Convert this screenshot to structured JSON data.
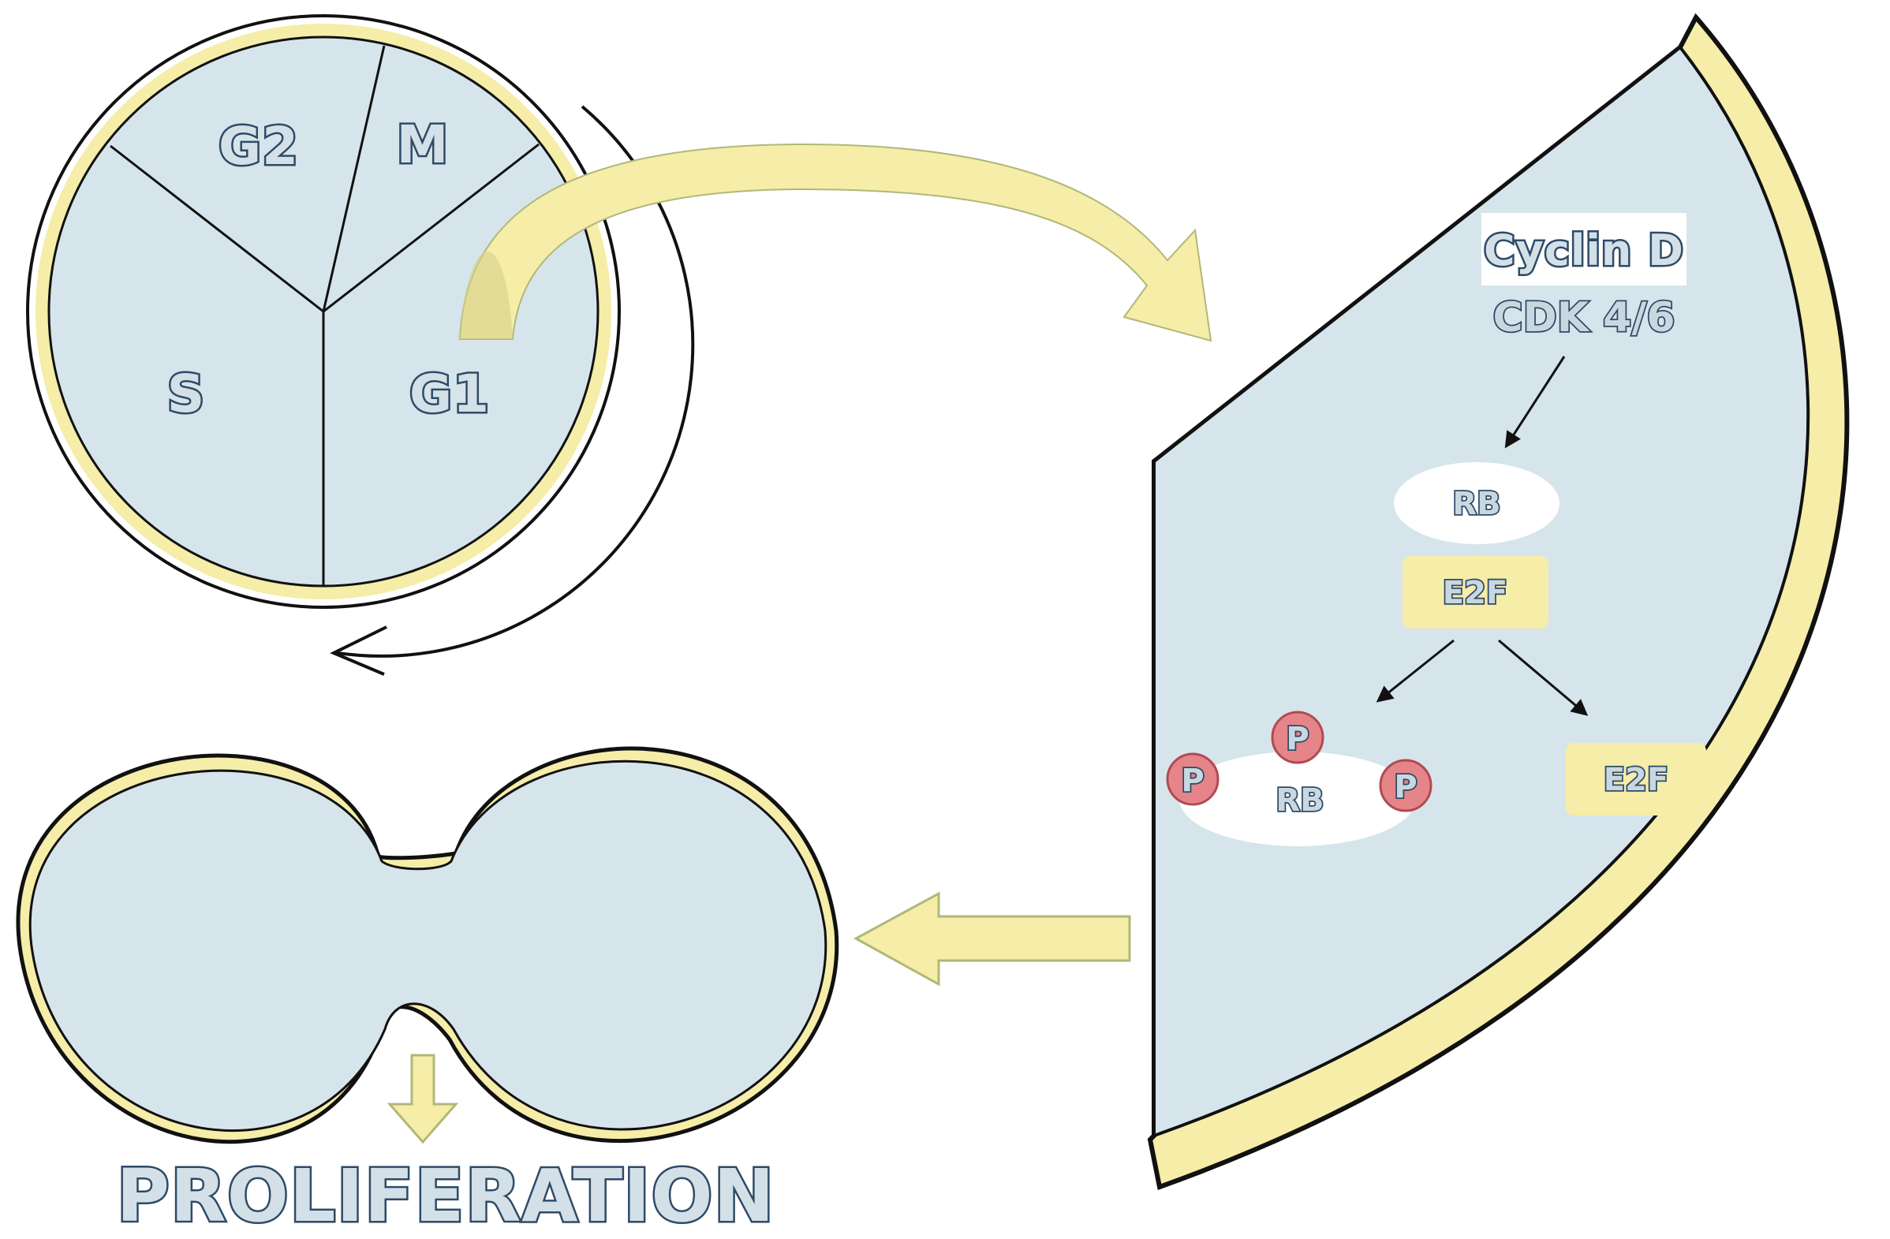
{
  "cell_cycle": {
    "phases": {
      "g2": "G2",
      "m": "M",
      "s": "S",
      "g1": "G1"
    }
  },
  "pathway": {
    "cyclin": "Cyclin D",
    "cdk": "CDK 4/6",
    "rb_bound": "RB",
    "e2f_bound": "E2F",
    "rb_phosphorylated": "RB",
    "phosphate": "P",
    "e2f_free": "E2F"
  },
  "outcome": {
    "label": "PROLIFERATION"
  },
  "colors": {
    "cytoplasm": "#d6e5eb",
    "membrane": "#f5eda8",
    "outline": "#111111",
    "phosphate": "#e5858a",
    "text_outline": "#2e4a66"
  }
}
